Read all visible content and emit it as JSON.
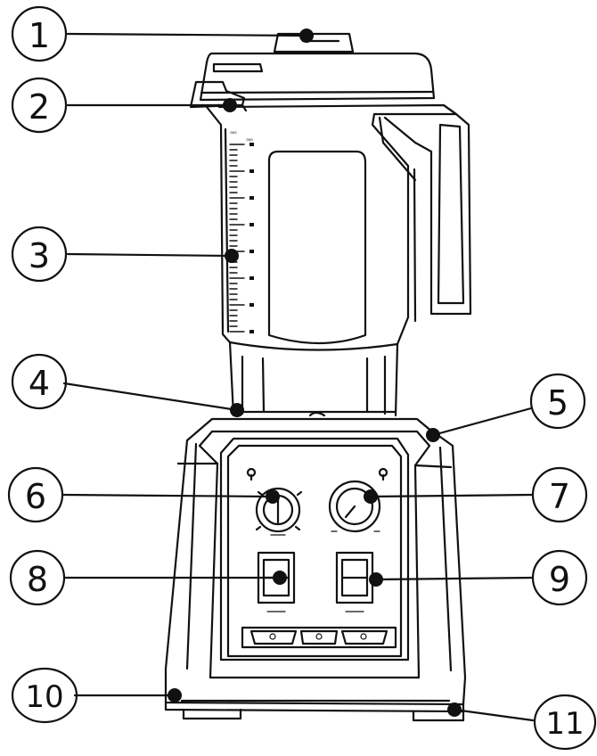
{
  "callouts": [
    {
      "label": "1"
    },
    {
      "label": "2"
    },
    {
      "label": "3"
    },
    {
      "label": "4"
    },
    {
      "label": "5"
    },
    {
      "label": "6"
    },
    {
      "label": "7"
    },
    {
      "label": "8"
    },
    {
      "label": "9"
    },
    {
      "label": "10"
    },
    {
      "label": "11"
    }
  ],
  "colors": {
    "stroke": "#111111",
    "background": "#ffffff"
  }
}
